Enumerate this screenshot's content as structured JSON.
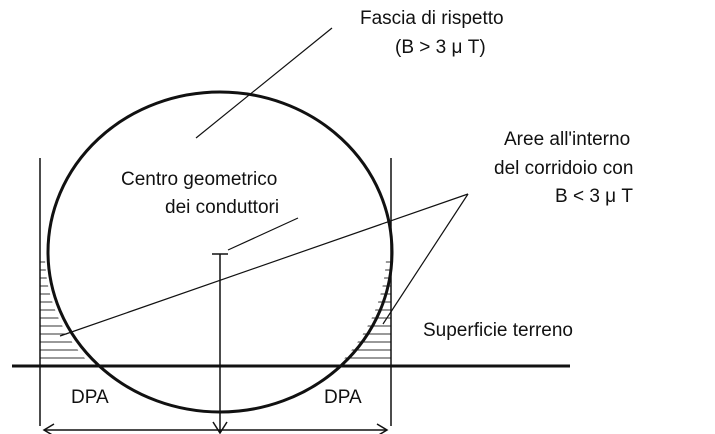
{
  "labels": {
    "fascia_line1": "Fascia di rispetto",
    "fascia_line2": "(B > 3 μ T)",
    "aree_line1": "Aree all'interno",
    "aree_line2": "del corridoio con",
    "aree_line3": "B < 3 μ T",
    "centro_line1": "Centro geometrico",
    "centro_line2": "dei conduttori",
    "superficie": "Superficie terreno",
    "dpa_left": "DPA",
    "dpa_right": "DPA"
  },
  "colors": {
    "stroke": "#111111",
    "hatch": "#333333",
    "background": "#ffffff"
  }
}
